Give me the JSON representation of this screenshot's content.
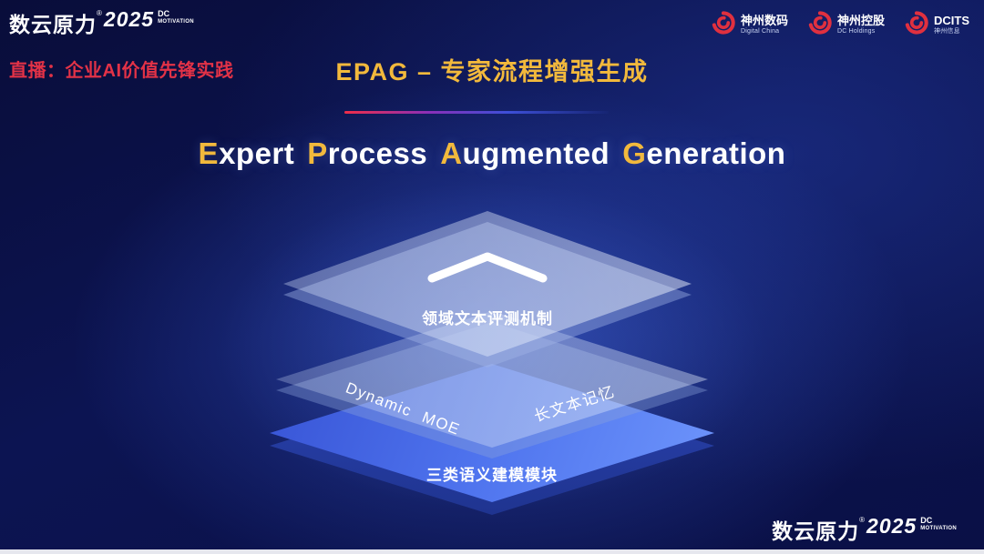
{
  "colors": {
    "background_navy": "#0b1148",
    "accent_gold": "#f2b93c",
    "live_red": "#e23247",
    "layer_blue": "#4f74ee",
    "brand_swirl_red": "#e0303f"
  },
  "header": {
    "brand": {
      "name": "数云原力",
      "reg": "®",
      "year": "2025",
      "dc": "DC",
      "motivation": "MOTIVATION"
    },
    "live_label": "直播：企业AI价值先锋实践",
    "page_title": "EPAG – 专家流程增强生成",
    "partners": [
      {
        "name": "神州数码",
        "subtitle": "Digital China"
      },
      {
        "name": "神州控股",
        "subtitle": "DC Holdings"
      },
      {
        "name": "DCITS",
        "subtitle": "神州信息"
      }
    ]
  },
  "main": {
    "title_parts": [
      {
        "accent": "E",
        "rest": "xpert"
      },
      {
        "accent": "P",
        "rest": "rocess"
      },
      {
        "accent": "A",
        "rest": "ugmented"
      },
      {
        "accent": "G",
        "rest": "eneration"
      }
    ]
  },
  "stack": {
    "top_layer": {
      "label": "领域文本评测机制",
      "icon": "chevron-up-icon"
    },
    "middle_layer": {
      "left_label": "Dynamic MOE",
      "right_label": "长文本记忆"
    },
    "bottom_layer": {
      "label": "三类语义建模模块"
    }
  },
  "footer": {
    "brand": {
      "name": "数云原力",
      "reg": "®",
      "year": "2025",
      "dc": "DC",
      "motivation": "MOTIVATION"
    }
  }
}
